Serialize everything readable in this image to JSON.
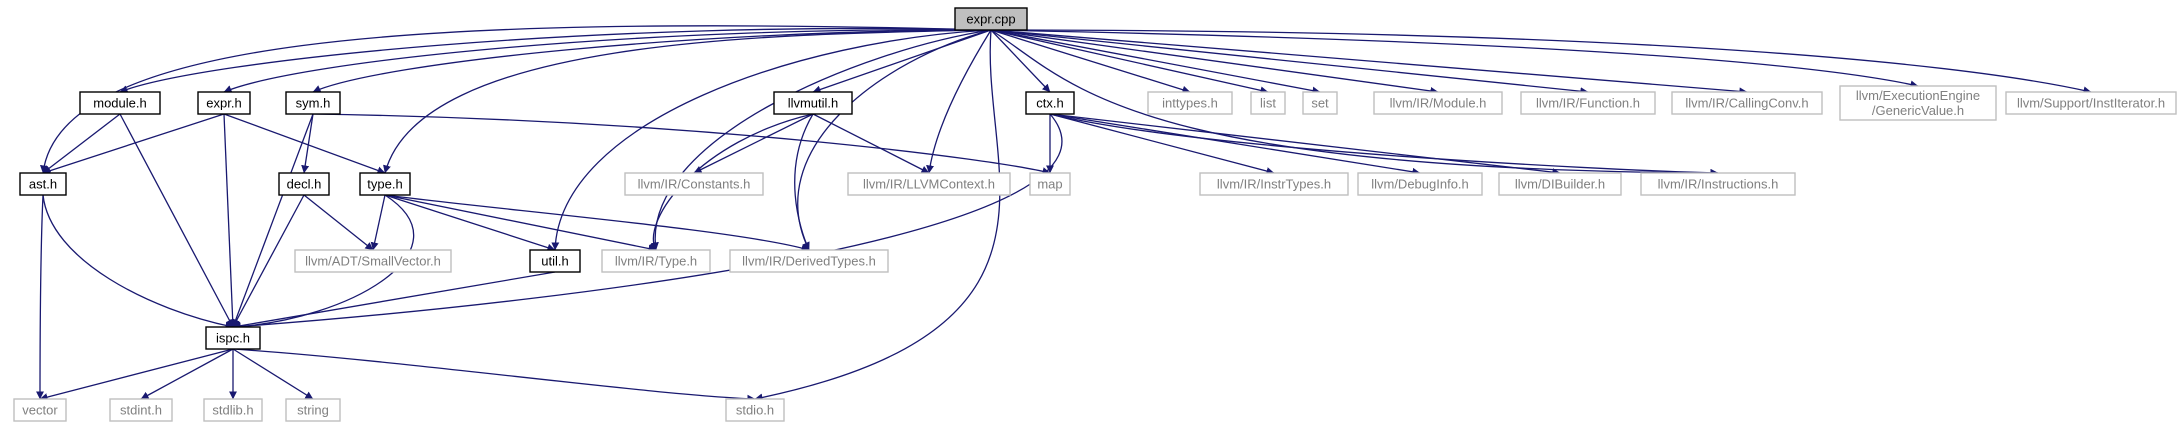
{
  "colors": {
    "edge": "#191970",
    "node_border": "#000000",
    "node_border_external": "#bfbfbf",
    "text": "#000000",
    "text_external": "#808080",
    "root_fill": "#bfbfbf",
    "node_fill": "#ffffff"
  },
  "graph": {
    "nodes": [
      {
        "id": "expr_cpp",
        "label": [
          "expr.cpp"
        ],
        "kind": "root"
      },
      {
        "id": "module_h",
        "label": [
          "module.h"
        ],
        "kind": "local"
      },
      {
        "id": "expr_h",
        "label": [
          "expr.h"
        ],
        "kind": "local"
      },
      {
        "id": "sym_h",
        "label": [
          "sym.h"
        ],
        "kind": "local"
      },
      {
        "id": "llvmutil_h",
        "label": [
          "llvmutil.h"
        ],
        "kind": "local"
      },
      {
        "id": "ctx_h",
        "label": [
          "ctx.h"
        ],
        "kind": "local"
      },
      {
        "id": "inttypes_h",
        "label": [
          "inttypes.h"
        ],
        "kind": "external"
      },
      {
        "id": "list",
        "label": [
          "list"
        ],
        "kind": "external"
      },
      {
        "id": "set",
        "label": [
          "set"
        ],
        "kind": "external"
      },
      {
        "id": "llvm_module",
        "label": [
          "llvm/IR/Module.h"
        ],
        "kind": "external"
      },
      {
        "id": "llvm_function",
        "label": [
          "llvm/IR/Function.h"
        ],
        "kind": "external"
      },
      {
        "id": "llvm_callingconv",
        "label": [
          "llvm/IR/CallingConv.h"
        ],
        "kind": "external"
      },
      {
        "id": "llvm_genericvalue",
        "label": [
          "llvm/ExecutionEngine",
          "/GenericValue.h"
        ],
        "kind": "external"
      },
      {
        "id": "llvm_institerator",
        "label": [
          "llvm/Support/InstIterator.h"
        ],
        "kind": "external"
      },
      {
        "id": "ast_h",
        "label": [
          "ast.h"
        ],
        "kind": "local"
      },
      {
        "id": "decl_h",
        "label": [
          "decl.h"
        ],
        "kind": "local"
      },
      {
        "id": "type_h",
        "label": [
          "type.h"
        ],
        "kind": "local"
      },
      {
        "id": "llvm_constants",
        "label": [
          "llvm/IR/Constants.h"
        ],
        "kind": "external"
      },
      {
        "id": "llvm_llvmcontext",
        "label": [
          "llvm/IR/LLVMContext.h"
        ],
        "kind": "external"
      },
      {
        "id": "map",
        "label": [
          "map"
        ],
        "kind": "external"
      },
      {
        "id": "llvm_instrtypes",
        "label": [
          "llvm/IR/InstrTypes.h"
        ],
        "kind": "external"
      },
      {
        "id": "llvm_debuginfo",
        "label": [
          "llvm/DebugInfo.h"
        ],
        "kind": "external"
      },
      {
        "id": "llvm_dibuilder",
        "label": [
          "llvm/DIBuilder.h"
        ],
        "kind": "external"
      },
      {
        "id": "llvm_instructions",
        "label": [
          "llvm/IR/Instructions.h"
        ],
        "kind": "external"
      },
      {
        "id": "llvm_smallvector",
        "label": [
          "llvm/ADT/SmallVector.h"
        ],
        "kind": "external"
      },
      {
        "id": "util_h",
        "label": [
          "util.h"
        ],
        "kind": "local"
      },
      {
        "id": "llvm_type",
        "label": [
          "llvm/IR/Type.h"
        ],
        "kind": "external"
      },
      {
        "id": "llvm_derivedtypes",
        "label": [
          "llvm/IR/DerivedTypes.h"
        ],
        "kind": "external"
      },
      {
        "id": "ispc_h",
        "label": [
          "ispc.h"
        ],
        "kind": "local"
      },
      {
        "id": "vector",
        "label": [
          "vector"
        ],
        "kind": "external"
      },
      {
        "id": "stdint_h",
        "label": [
          "stdint.h"
        ],
        "kind": "external"
      },
      {
        "id": "stdlib_h",
        "label": [
          "stdlib.h"
        ],
        "kind": "external"
      },
      {
        "id": "string",
        "label": [
          "string"
        ],
        "kind": "external"
      },
      {
        "id": "stdio_h",
        "label": [
          "stdio.h"
        ],
        "kind": "external"
      }
    ],
    "edges": [
      [
        "expr_cpp",
        "ast_h"
      ],
      [
        "expr_cpp",
        "module_h"
      ],
      [
        "expr_cpp",
        "expr_h"
      ],
      [
        "expr_cpp",
        "sym_h"
      ],
      [
        "expr_cpp",
        "type_h"
      ],
      [
        "expr_cpp",
        "util_h"
      ],
      [
        "expr_cpp",
        "llvm_type"
      ],
      [
        "expr_cpp",
        "llvm_derivedtypes"
      ],
      [
        "expr_cpp",
        "llvmutil_h"
      ],
      [
        "expr_cpp",
        "llvm_llvmcontext"
      ],
      [
        "expr_cpp",
        "stdio_h"
      ],
      [
        "expr_cpp",
        "ctx_h"
      ],
      [
        "expr_cpp",
        "llvm_instructions"
      ],
      [
        "expr_cpp",
        "inttypes_h"
      ],
      [
        "expr_cpp",
        "list"
      ],
      [
        "expr_cpp",
        "set"
      ],
      [
        "expr_cpp",
        "llvm_module"
      ],
      [
        "expr_cpp",
        "llvm_function"
      ],
      [
        "expr_cpp",
        "llvm_callingconv"
      ],
      [
        "expr_cpp",
        "llvm_genericvalue"
      ],
      [
        "expr_cpp",
        "llvm_institerator"
      ],
      [
        "module_h",
        "ast_h"
      ],
      [
        "module_h",
        "ispc_h"
      ],
      [
        "expr_h",
        "ast_h"
      ],
      [
        "expr_h",
        "ispc_h"
      ],
      [
        "expr_h",
        "type_h"
      ],
      [
        "sym_h",
        "decl_h"
      ],
      [
        "sym_h",
        "ispc_h"
      ],
      [
        "sym_h",
        "map"
      ],
      [
        "llvmutil_h",
        "llvm_constants"
      ],
      [
        "llvmutil_h",
        "llvm_llvmcontext"
      ],
      [
        "llvmutil_h",
        "llvm_derivedtypes"
      ],
      [
        "llvmutil_h",
        "llvm_type"
      ],
      [
        "ctx_h",
        "map"
      ],
      [
        "ctx_h",
        "ispc_h"
      ],
      [
        "ctx_h",
        "llvm_instrtypes"
      ],
      [
        "ctx_h",
        "llvm_debuginfo"
      ],
      [
        "ctx_h",
        "llvm_dibuilder"
      ],
      [
        "ctx_h",
        "llvm_instructions"
      ],
      [
        "ast_h",
        "ispc_h"
      ],
      [
        "ast_h",
        "vector"
      ],
      [
        "decl_h",
        "ispc_h"
      ],
      [
        "decl_h",
        "llvm_smallvector"
      ],
      [
        "type_h",
        "ispc_h"
      ],
      [
        "type_h",
        "util_h"
      ],
      [
        "type_h",
        "llvm_smallvector"
      ],
      [
        "type_h",
        "llvm_type"
      ],
      [
        "type_h",
        "llvm_derivedtypes"
      ],
      [
        "util_h",
        "ispc_h"
      ],
      [
        "ispc_h",
        "vector"
      ],
      [
        "ispc_h",
        "stdint_h"
      ],
      [
        "ispc_h",
        "stdlib_h"
      ],
      [
        "ispc_h",
        "string"
      ],
      [
        "ispc_h",
        "stdio_h"
      ]
    ]
  }
}
